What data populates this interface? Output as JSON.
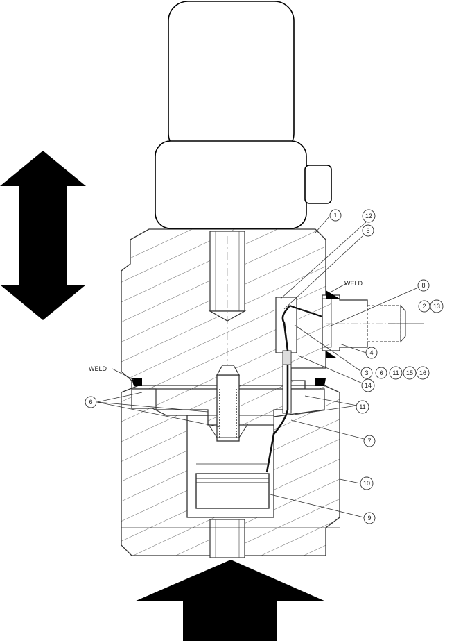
{
  "labels": {
    "weld_right": "WELD",
    "weld_left": "WELD"
  },
  "callouts": {
    "c1": "1",
    "c12": "12",
    "c5": "5",
    "c8": "8",
    "c2": "2",
    "c13": "13",
    "c4": "4",
    "c3": "3",
    "c6a": "6",
    "c11a": "11",
    "c15": "15",
    "c16": "16",
    "c14": "14",
    "c11b": "11",
    "c6": "6",
    "c7": "7",
    "c10": "10",
    "c9": "9"
  },
  "colors": {
    "line": "#333333",
    "hatch": "#555555",
    "arrow": "#000000",
    "device_fill": "#ffffff"
  }
}
